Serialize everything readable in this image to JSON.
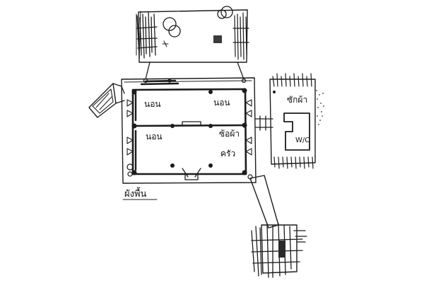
{
  "labels": {
    "top_left_room": "นอน",
    "top_right_room": "นอน",
    "bottom_left_room": "นอน",
    "dressing": "ซ้อผ้า",
    "kitchen": "ครัว",
    "laundry": "ซักผ้า",
    "toilet": "W/C",
    "plan_caption": "ผังพื้น"
  },
  "colors": {
    "ink": "#1c1c1c",
    "paper": "#ffffff"
  }
}
